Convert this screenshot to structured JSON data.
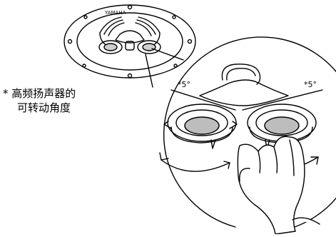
{
  "caption": {
    "line1": "* 高频扬声器的",
    "line2": "可转动角度"
  },
  "angles": {
    "left": "*5°",
    "right": "*5°"
  },
  "speaker": {
    "brand_mark": "YAMAHA"
  },
  "icons": [
    "rotate-left-arrow-icon",
    "rotate-right-arrow-icon",
    "hand-icon"
  ]
}
